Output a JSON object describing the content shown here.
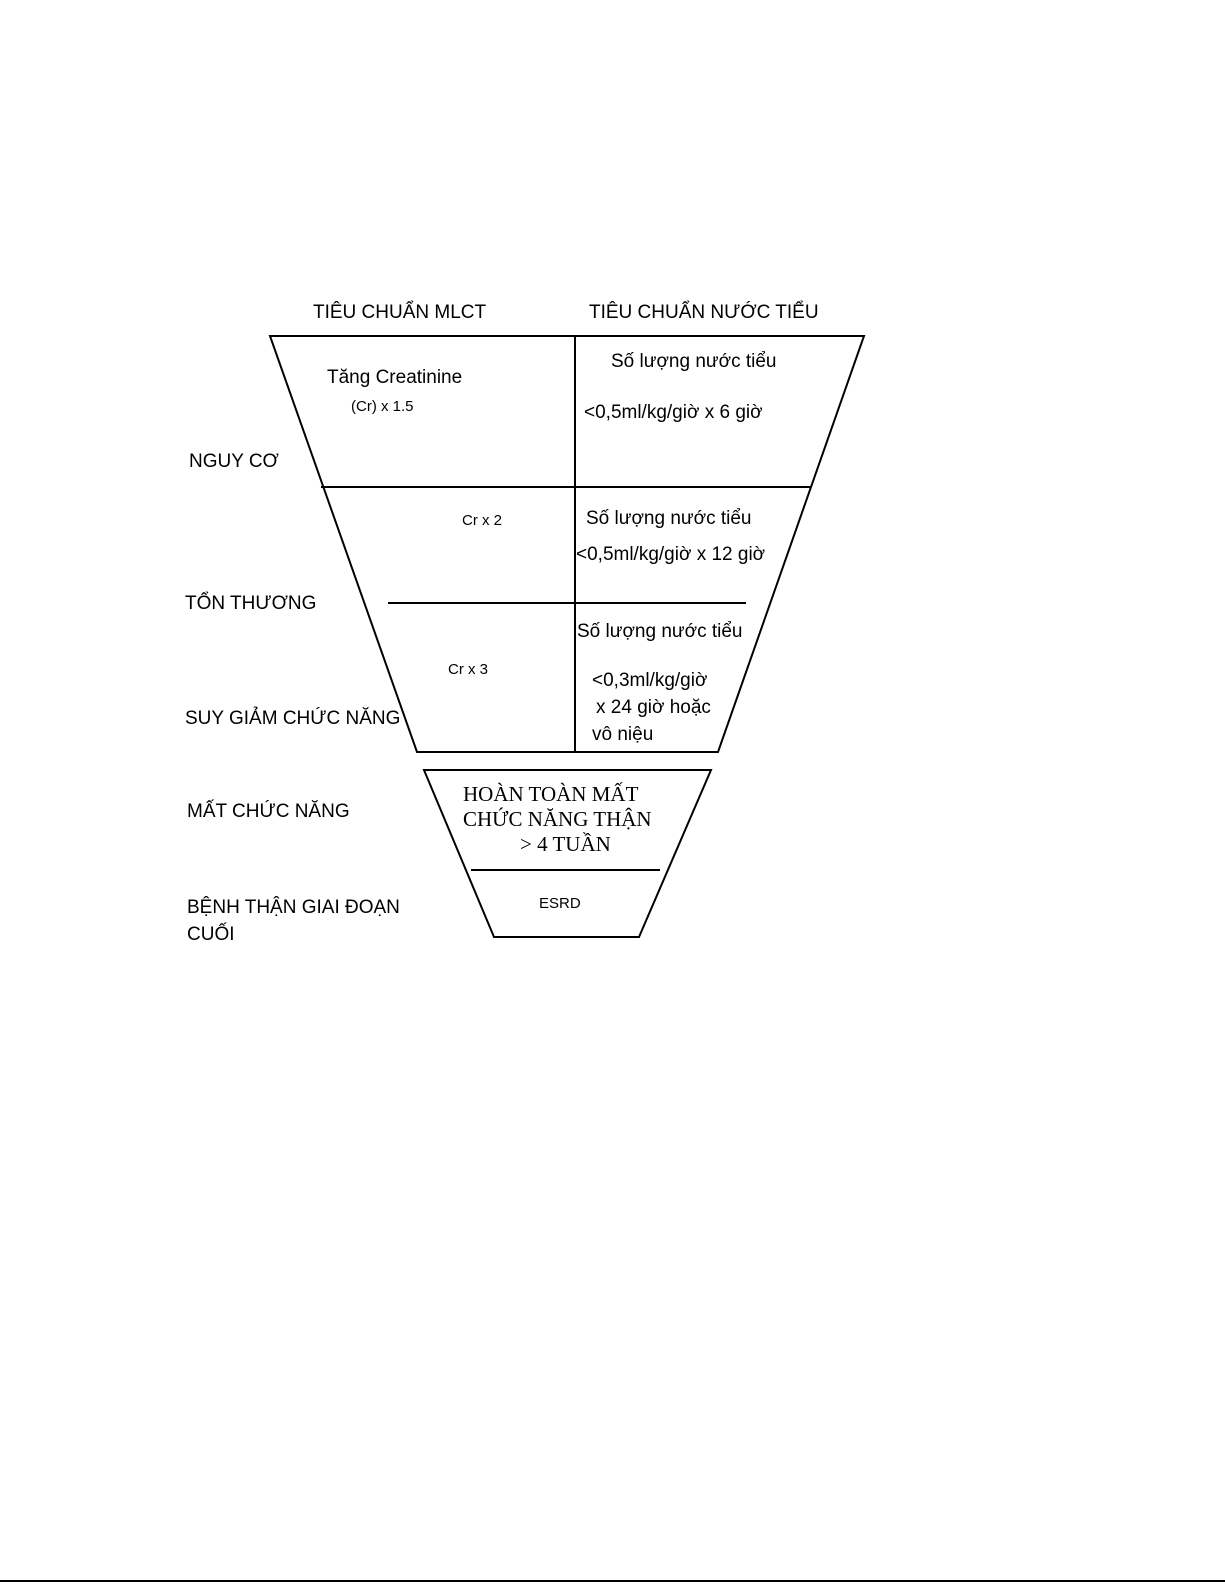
{
  "headers": {
    "mlct": "TIÊU CHUẨN MLCT",
    "urine": "TIÊU CHUẨN NƯỚC TIỂU"
  },
  "stages": {
    "risk": "NGUY CƠ",
    "injury": "TỔN THƯƠNG",
    "failure": "SUY GIẢM CHỨC NĂNG",
    "loss": "MẤT CHỨC NĂNG",
    "esrd_line1": "BỆNH THẬN GIAI ĐOẠN",
    "esrd_line2": "CUỐI"
  },
  "cells": {
    "risk_mlct_line1": "Tăng Creatinine",
    "risk_mlct_line2": "(Cr) x 1.5",
    "risk_urine_line1": "Số lượng nước tiểu",
    "risk_urine_line2": "<0,5ml/kg/giờ x 6 giờ",
    "injury_mlct": "Cr x 2",
    "injury_urine_line1": "Số lượng nước tiểu",
    "injury_urine_line2": "<0,5ml/kg/giờ x 12 giờ",
    "failure_mlct": "Cr x 3",
    "failure_urine_line1": "Số lượng nước tiểu",
    "failure_urine_line2": "<0,3ml/kg/giờ",
    "failure_urine_line3": "x 24 giờ hoặc",
    "failure_urine_line4": "vô niệu",
    "loss_line1": "HOÀN TOÀN MẤT",
    "loss_line2": "CHỨC NĂNG THẬN",
    "loss_line3": "> 4 TUẦN",
    "esrd": "ESRD"
  }
}
